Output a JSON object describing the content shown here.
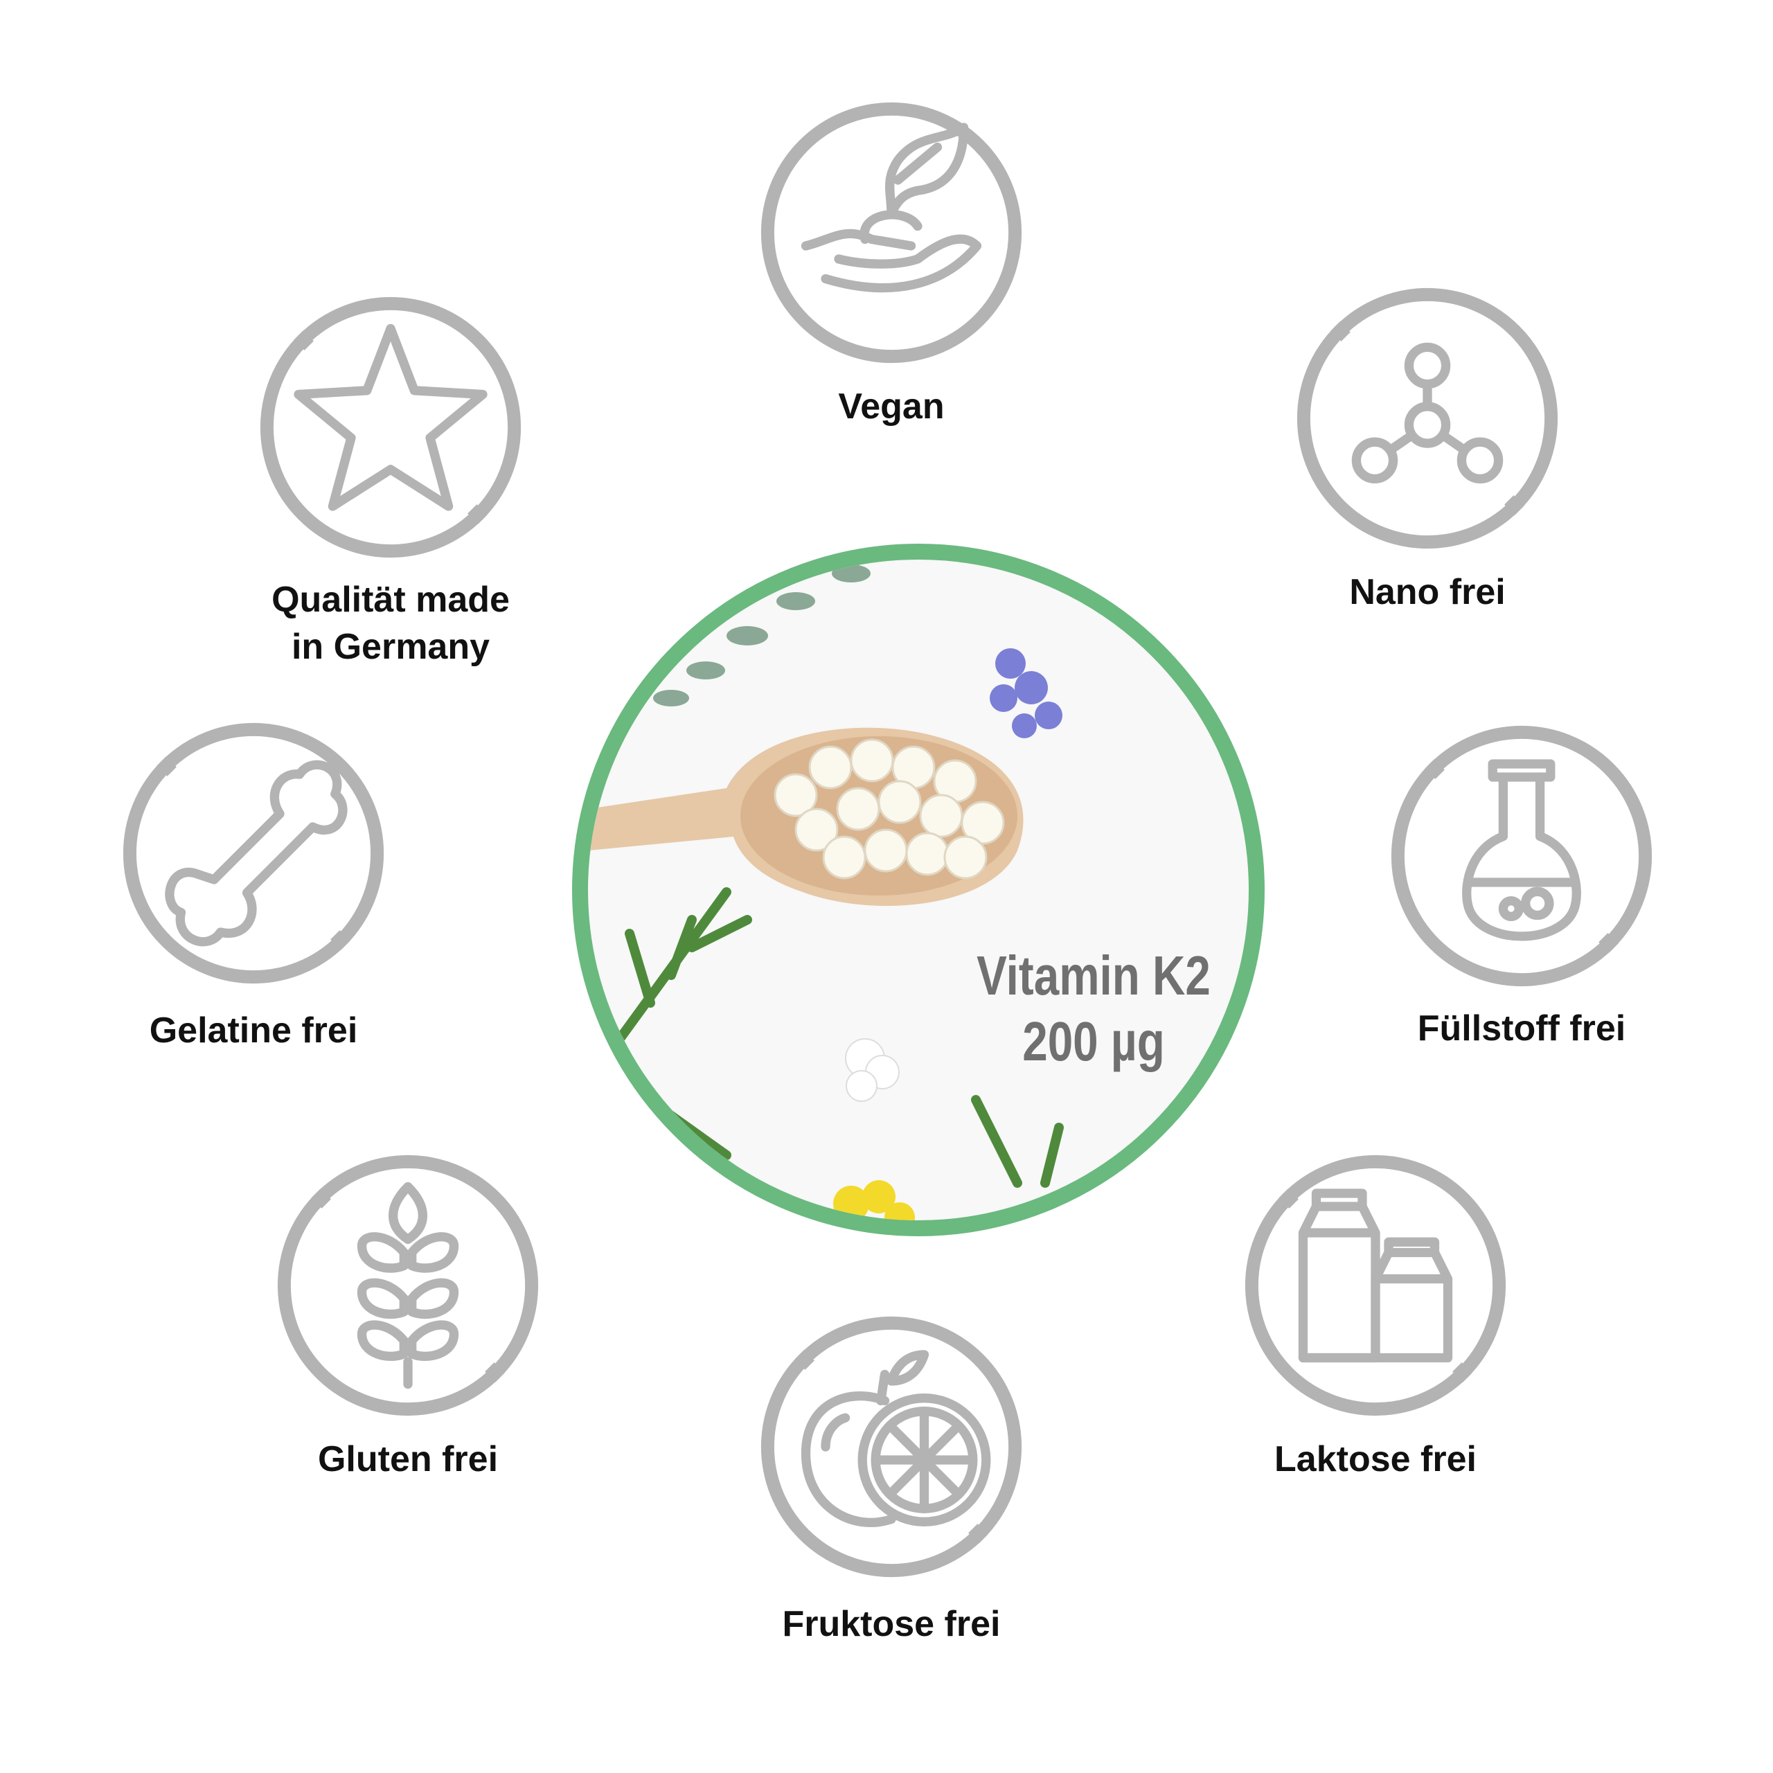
{
  "center": {
    "product_line1": "Vitamin K2",
    "product_line2": "200 µg",
    "accent_color": "#6ab97f"
  },
  "features": [
    {
      "label": "Vegan",
      "icon": "plant-in-hand-icon"
    },
    {
      "label": "Qualität made",
      "label2": "in Germany",
      "icon": "star-icon"
    },
    {
      "label": "Nano frei",
      "icon": "molecule-icon"
    },
    {
      "label": "Gelatine frei",
      "icon": "bone-icon"
    },
    {
      "label": "Füllstoff frei",
      "icon": "flask-icon"
    },
    {
      "label": "Gluten frei",
      "icon": "wheat-icon"
    },
    {
      "label": "Laktose frei",
      "icon": "milk-carton-icon"
    },
    {
      "label": "Fruktose frei",
      "icon": "fruit-icon"
    }
  ]
}
